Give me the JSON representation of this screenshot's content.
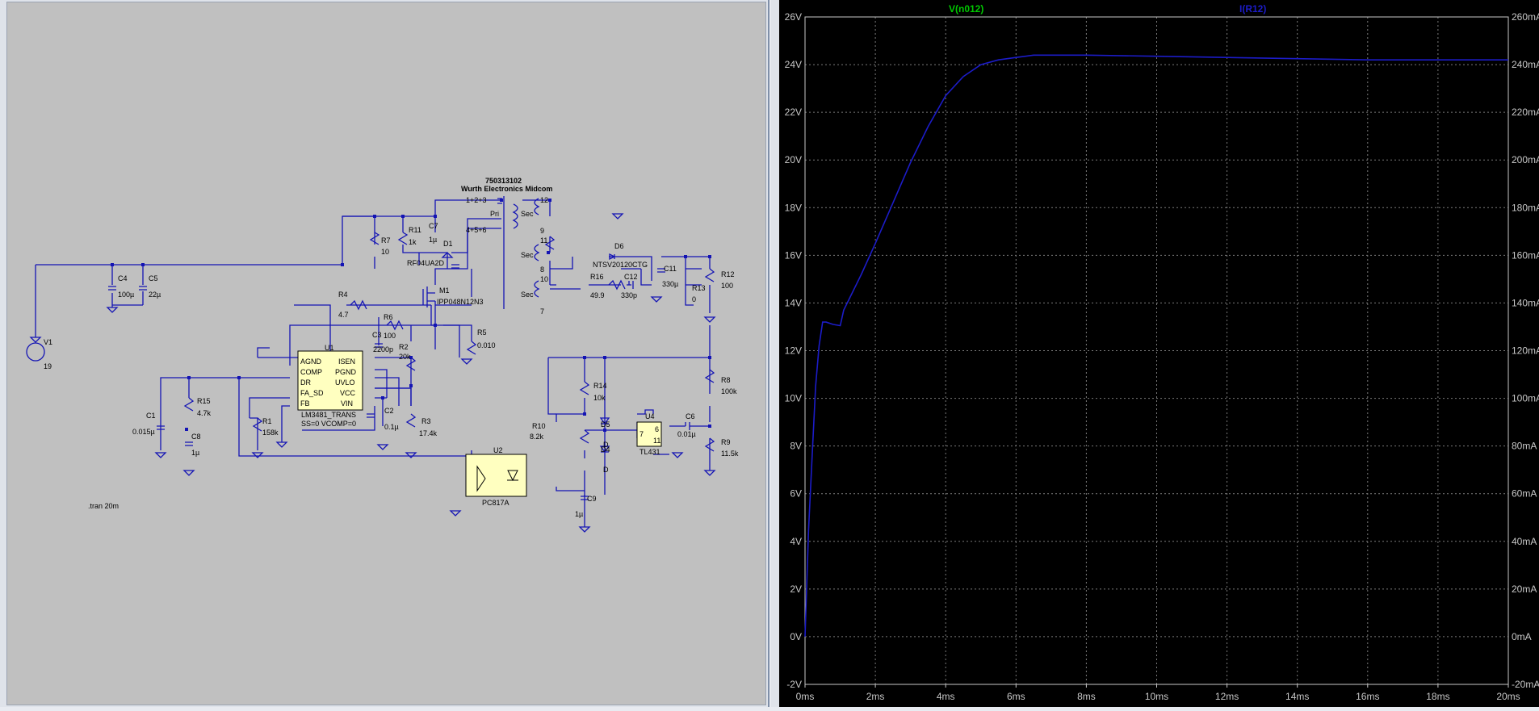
{
  "schematic": {
    "transformer": {
      "part": "750313102",
      "vendor": "Wurth Electronics Midcom",
      "pri_top": "1+2+3",
      "pri_bottom": "4+5+6",
      "pri": "Pri",
      "sec": "Sec",
      "pins": [
        "12",
        "9",
        "11",
        "8",
        "10",
        "7"
      ]
    },
    "components": {
      "v1": "V1",
      "v1_val": "19",
      "c4": "C4",
      "c4_val": "100µ",
      "c5": "C5",
      "c5_val": "22µ",
      "r7": "R7",
      "r7_val": "10",
      "r11": "R11",
      "r11_val": "1k",
      "c7": "C7",
      "c7_val": "1µ",
      "d1": "D1",
      "d1_val": "RF04UA2D",
      "m1": "M1",
      "m1_val": "IPP048N12N3",
      "r4": "R4",
      "r4_val": "4.7",
      "r6": "R6",
      "r6_val": "100",
      "c3": "C3",
      "c3_val": "2200p",
      "r2": "R2",
      "r2_val": "20k",
      "r5": "R5",
      "r5_val": "0.010",
      "u1": "U1",
      "u1_part": "LM3481_TRANS",
      "u1_params": "SS=0 VCOMP=0",
      "u1_pins_left": [
        "AGND",
        "COMP",
        "DR",
        "FA_SD",
        "FB"
      ],
      "u1_pins_right": [
        "ISEN",
        "PGND",
        "UVLO",
        "VCC",
        "VIN"
      ],
      "c1": "C1",
      "c1_val": "0.015µ",
      "r15": "R15",
      "r15_val": "4.7k",
      "c8": "C8",
      "c8_val": "1µ",
      "r1": "R1",
      "r1_val": "158k",
      "c2": "C2",
      "c2_val": "0.1µ",
      "r3": "R3",
      "r3_val": "17.4k",
      "d6": "D6",
      "d6_val": "NTSV20120CTG",
      "r16": "R16",
      "r16_val": "49.9",
      "c12": "C12",
      "c12_val": "330p",
      "c11": "C11",
      "c11_val": "330µ",
      "r12": "R12",
      "r12_val": "100",
      "r13": "R13",
      "r13_val": "0",
      "r14": "R14",
      "r14_val": "10k",
      "r10": "R10",
      "r10_val": "8.2k",
      "d5": "D5",
      "d5_val": "D",
      "d4": "D4",
      "d4_val": "D",
      "u4": "U4",
      "u4_part": "TL431",
      "u4_pins": [
        "7",
        "6",
        "11"
      ],
      "c6": "C6",
      "c6_val": "0.01µ",
      "r8": "R8",
      "r8_val": "100k",
      "r9": "R9",
      "r9_val": "11.5k",
      "u2": "U2",
      "u2_part": "PC817A",
      "c9": "C9",
      "c9_val": "1µ"
    },
    "directive": ".tran 20m"
  },
  "waveform": {
    "traces": [
      {
        "name": "V(n012)",
        "color": "#00c800"
      },
      {
        "name": "I(R12)",
        "color": "#1c1cc8"
      }
    ],
    "grid_color": "#7a7a7a",
    "axis_text_color": "#c8c8c8"
  },
  "chart_data": {
    "type": "line",
    "x_unit": "ms",
    "xlim": [
      0,
      20
    ],
    "x_ticks": [
      "0ms",
      "2ms",
      "4ms",
      "6ms",
      "8ms",
      "10ms",
      "12ms",
      "14ms",
      "16ms",
      "18ms",
      "20ms"
    ],
    "y_left": {
      "unit": "V",
      "ylim": [
        -2,
        26
      ],
      "ticks": [
        "-2V",
        "0V",
        "2V",
        "4V",
        "6V",
        "8V",
        "10V",
        "12V",
        "14V",
        "16V",
        "18V",
        "20V",
        "22V",
        "24V",
        "26V"
      ]
    },
    "y_right": {
      "unit": "mA",
      "ylim": [
        -20,
        260
      ],
      "ticks": [
        "-20mA",
        "0mA",
        "20mA",
        "40mA",
        "60mA",
        "80mA",
        "100mA",
        "120mA",
        "140mA",
        "160mA",
        "180mA",
        "200mA",
        "220mA",
        "240mA",
        "260mA"
      ]
    },
    "grid": true,
    "series": [
      {
        "name": "V(n012)",
        "x": [
          0,
          0.1,
          0.2,
          0.3,
          0.4,
          0.5,
          0.6,
          0.8,
          1.0,
          1.1,
          1.2,
          1.4,
          1.6,
          2.0,
          2.5,
          3.0,
          3.5,
          4.0,
          4.5,
          5.0,
          5.5,
          6.0,
          6.5,
          7.0,
          8.0,
          10.0,
          12.0,
          14.0,
          16.0,
          18.0,
          20.0
        ],
        "y": [
          0,
          4.5,
          7.5,
          10.5,
          12.2,
          13.2,
          13.2,
          13.1,
          13.05,
          13.7,
          14.0,
          14.6,
          15.2,
          16.5,
          18.2,
          19.9,
          21.4,
          22.7,
          23.5,
          24.0,
          24.2,
          24.3,
          24.4,
          24.4,
          24.4,
          24.35,
          24.3,
          24.25,
          24.2,
          24.2,
          24.2
        ]
      }
    ]
  }
}
